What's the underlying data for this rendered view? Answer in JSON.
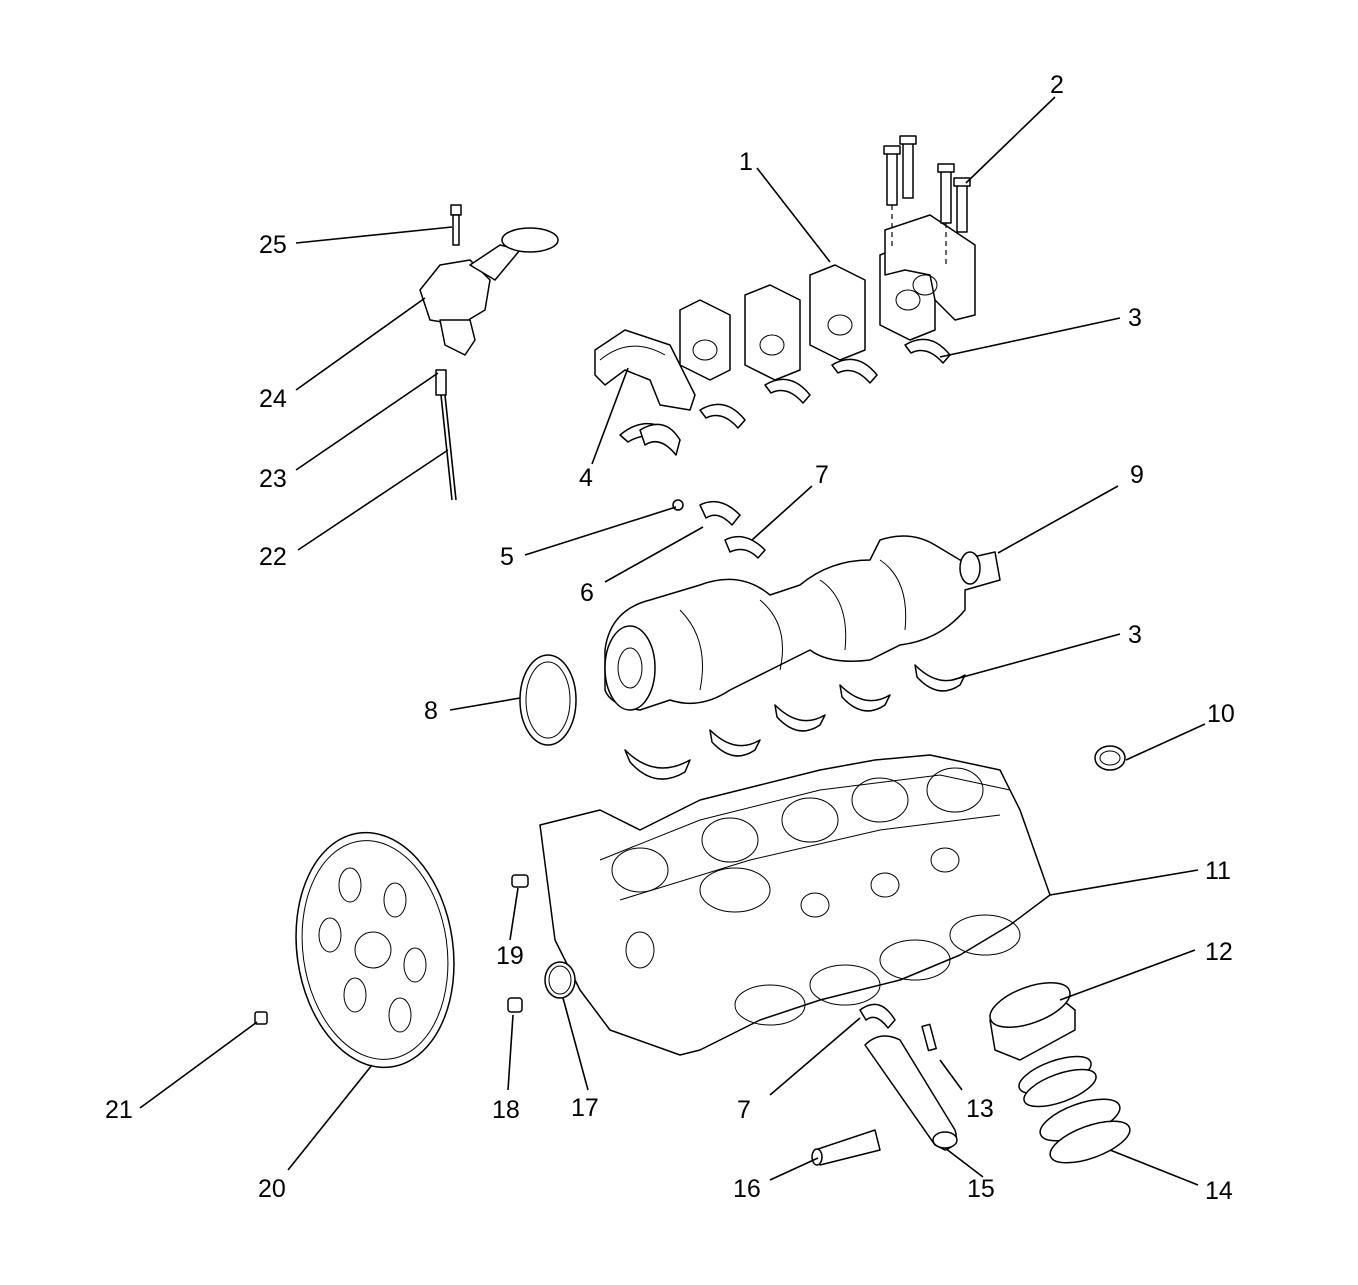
{
  "callouts": [
    {
      "id": "c1",
      "label": "1"
    },
    {
      "id": "c2",
      "label": "2"
    },
    {
      "id": "c3a",
      "label": "3"
    },
    {
      "id": "c3b",
      "label": "3"
    },
    {
      "id": "c4",
      "label": "4"
    },
    {
      "id": "c5",
      "label": "5"
    },
    {
      "id": "c6",
      "label": "6"
    },
    {
      "id": "c7a",
      "label": "7"
    },
    {
      "id": "c7b",
      "label": "7"
    },
    {
      "id": "c8",
      "label": "8"
    },
    {
      "id": "c9",
      "label": "9"
    },
    {
      "id": "c10",
      "label": "10"
    },
    {
      "id": "c11",
      "label": "11"
    },
    {
      "id": "c12",
      "label": "12"
    },
    {
      "id": "c13",
      "label": "13"
    },
    {
      "id": "c14",
      "label": "14"
    },
    {
      "id": "c15",
      "label": "15"
    },
    {
      "id": "c16",
      "label": "16"
    },
    {
      "id": "c17",
      "label": "17"
    },
    {
      "id": "c18",
      "label": "18"
    },
    {
      "id": "c19",
      "label": "19"
    },
    {
      "id": "c20",
      "label": "20"
    },
    {
      "id": "c21",
      "label": "21"
    },
    {
      "id": "c22",
      "label": "22"
    },
    {
      "id": "c23",
      "label": "23"
    },
    {
      "id": "c24",
      "label": "24"
    },
    {
      "id": "c25",
      "label": "25"
    }
  ]
}
